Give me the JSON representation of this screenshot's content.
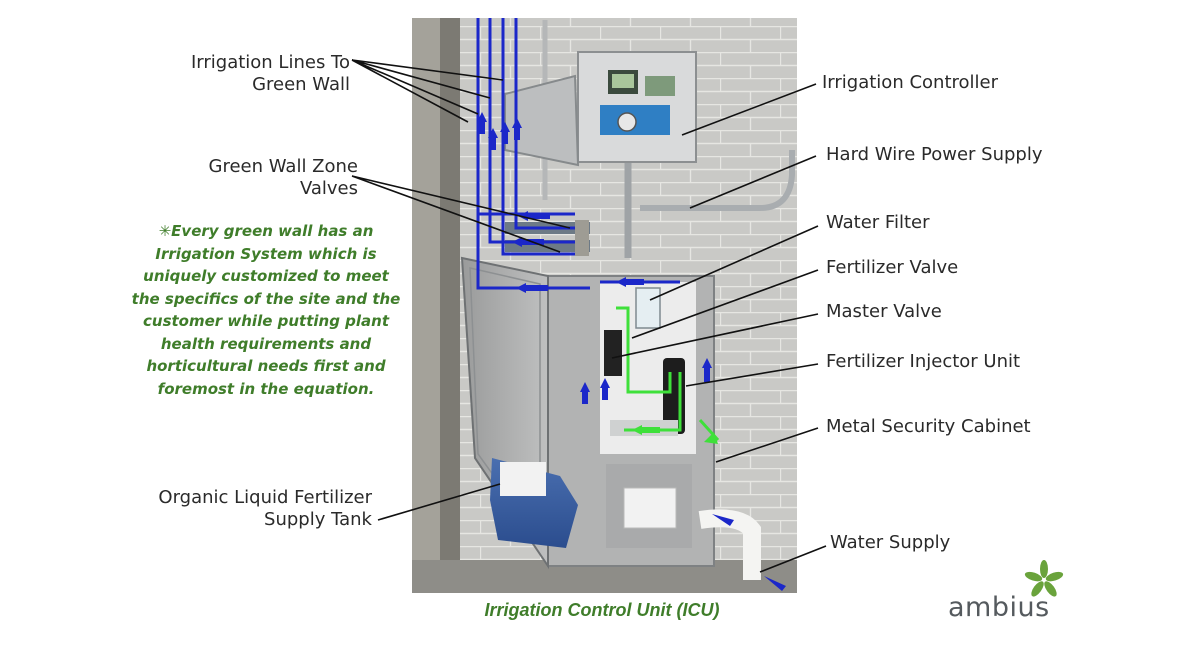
{
  "labels": {
    "irrigation_lines": [
      "Irrigation Lines To",
      "Green Wall"
    ],
    "zone_valves": [
      "Green Wall Zone",
      "Valves"
    ],
    "fertilizer_tank": [
      "Organic Liquid Fertilizer",
      "Supply Tank"
    ],
    "irrigation_controller": "Irrigation Controller",
    "power_supply": "Hard Wire Power Supply",
    "water_filter": "Water Filter",
    "fertilizer_valve": "Fertilizer Valve",
    "master_valve": "Master Valve",
    "injector_unit": "Fertilizer Injector Unit",
    "security_cabinet": "Metal Security Cabinet",
    "water_supply": "Water Supply"
  },
  "note": {
    "asterisk": "✳",
    "text": "Every green wall has an Irrigation System which is uniquely customized to meet the specifics of the site and the customer while putting plant health requirements and horticultural needs first and foremost in the equation."
  },
  "caption": "Irrigation Control Unit (ICU)",
  "brand": {
    "name": "ambius",
    "logo_color": "#6aa33c"
  },
  "colors": {
    "label_text": "#2a2a2a",
    "note_text": "#3f7d2a",
    "water_flow": "#1b27c9",
    "fertilizer_flow": "#3ee03a"
  }
}
